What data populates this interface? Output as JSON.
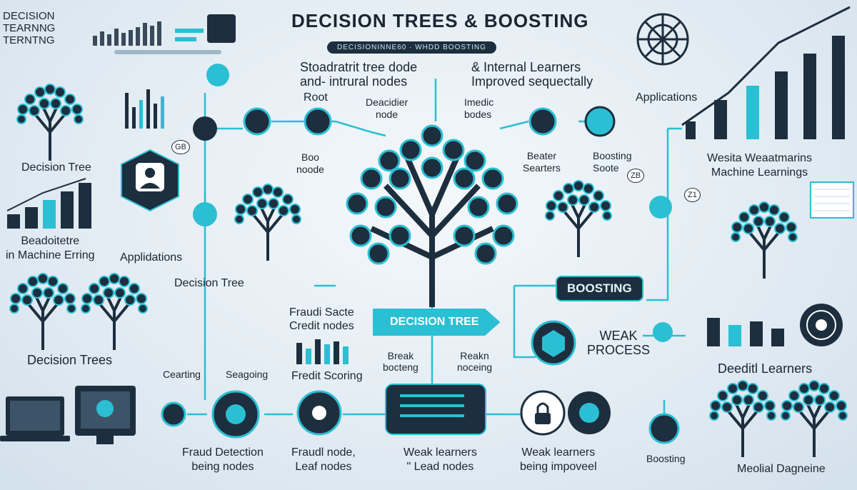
{
  "title": "DECISION TREES & BOOSTING",
  "subtitle": "DECISIONINNE60  ·  WHDD BOOSTING",
  "labels": {
    "corner": "DECISION TEARNNG TERNTNG",
    "standard": "Stoadratrit tree dode\nand- intrural nodes",
    "internal": "& Internal Learners\nImproved sequectally",
    "applications_top": "Applications",
    "root": "Root",
    "decider": "Deacidier\nnode",
    "medic": "Imedic\nbodes",
    "decision_tree_left": "Decision Tree",
    "boo_node": "Boo\nnoode",
    "beater": "Beater\nSearters",
    "boosting_score": "Boosting\nSoote",
    "weighted": "Wesita Weaatmarins\nMachine Learnings",
    "machine_erring": "Beadoitetre\nin Machine Erring",
    "applications_mid": "Applidations",
    "decision_tree_mid": "Decision Tree",
    "boosting_pill": "BOOSTING",
    "decision_tree_pill": "DECISION TREE",
    "fraud_credit": "Fraudi Sacte\nCredit nodes",
    "weak_process": "WEAK\nPROCESS",
    "decision_trees": "Decision Trees",
    "cearing": "Cearting",
    "seagoing": "Seagoing",
    "fredit": "Fredit Scoring",
    "break": "Break\nbocteng",
    "realm": "Reakn\nnoceing",
    "deediti": "Deeditl Learners",
    "fraud_detection": "Fraud Detection\nbeing nodes",
    "fraud_node": "Fraudl node,\nLeaf nodes",
    "weak_leaf": "Weak learners\n\" Lead nodes",
    "weak_improved": "Weak learners\nbeing impoveel",
    "boosting_small": "Boosting",
    "medical": "Meolial Dagneine",
    "badge_gb": "GB",
    "badge_zb": "ZB",
    "badge_z1": "Z1"
  },
  "icons": {
    "tree": "tree-icon",
    "user": "user-icon",
    "gear": "gear-icon",
    "lock": "lock-icon",
    "laptop": "laptop-icon",
    "monitor": "monitor-icon",
    "radar": "radar-icon",
    "bar_chart": "bar-chart-icon",
    "target": "target-icon"
  },
  "colors": {
    "accent": "#2bbfd3",
    "dark": "#1d2e3e",
    "background": "#e3ecf3"
  }
}
